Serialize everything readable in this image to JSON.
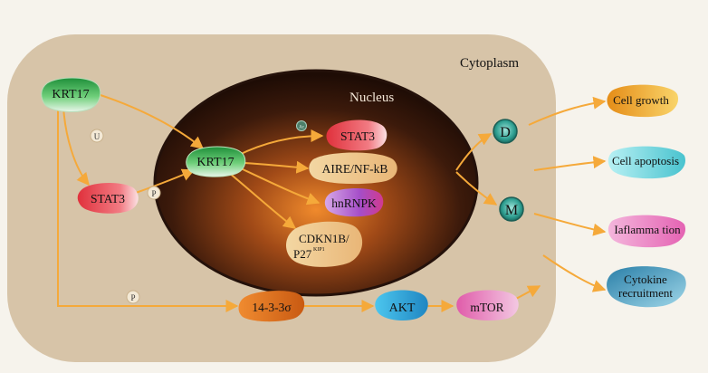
{
  "labels": {
    "cytoplasm": "Cytoplasm",
    "nucleus": "Nucleus"
  },
  "nodes": {
    "krt17_outer": "KRT17",
    "krt17_inner": "KRT17",
    "stat3_cyto": "STAT3",
    "stat3_nuc": "STAT3",
    "aire": "AIRE/NF-kB",
    "hnrnpk": "hnRNPK",
    "cdkn1b_line1": "CDKN1B/",
    "cdkn1b_line2": "P27",
    "cdkn1b_sup": "KIP1",
    "n1433": "14-3-3σ",
    "akt": "AKT",
    "mtor": "mTOR",
    "d": "D",
    "m": "M"
  },
  "badges": {
    "u": "U",
    "p1": "P",
    "p2": "P",
    "ac": "Ac"
  },
  "outcomes": {
    "growth": "Cell growth",
    "apoptosis": "Cell apoptosis",
    "inflammation": "Iaflamma tion",
    "cytokine_line1": "Cytokine",
    "cytokine_line2": "recruitment"
  },
  "colors": {
    "cell": "#d7c4a8",
    "arrow": "#f5a93a",
    "nucleus_core": "#d9772a",
    "nucleus_edge": "#2b140a"
  }
}
